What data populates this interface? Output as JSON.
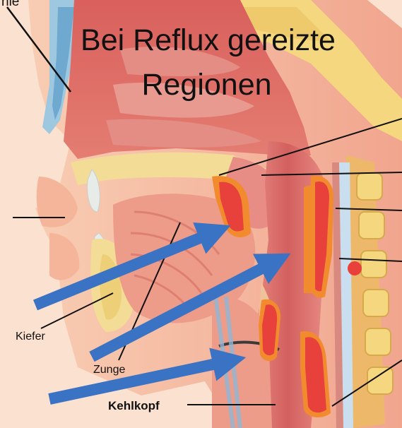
{
  "title": {
    "line1": "Bei Reflux gereizte",
    "line2": "Regionen"
  },
  "labels": {
    "top_partial": "nie",
    "kiefer": "Kiefer",
    "zunge": "Zunge",
    "kehlkopf": "Kehlkopf"
  },
  "colors": {
    "irritation_red": "#e8413c",
    "irritation_orange": "#f28b2e",
    "arrow_blue": "#3a72c4",
    "tissue_pink": "#e9908a",
    "skin": "#f6c3a6",
    "fat_yellow": "#f4d77f"
  },
  "icons": {
    "arrows": "blue-arrow-icon"
  }
}
